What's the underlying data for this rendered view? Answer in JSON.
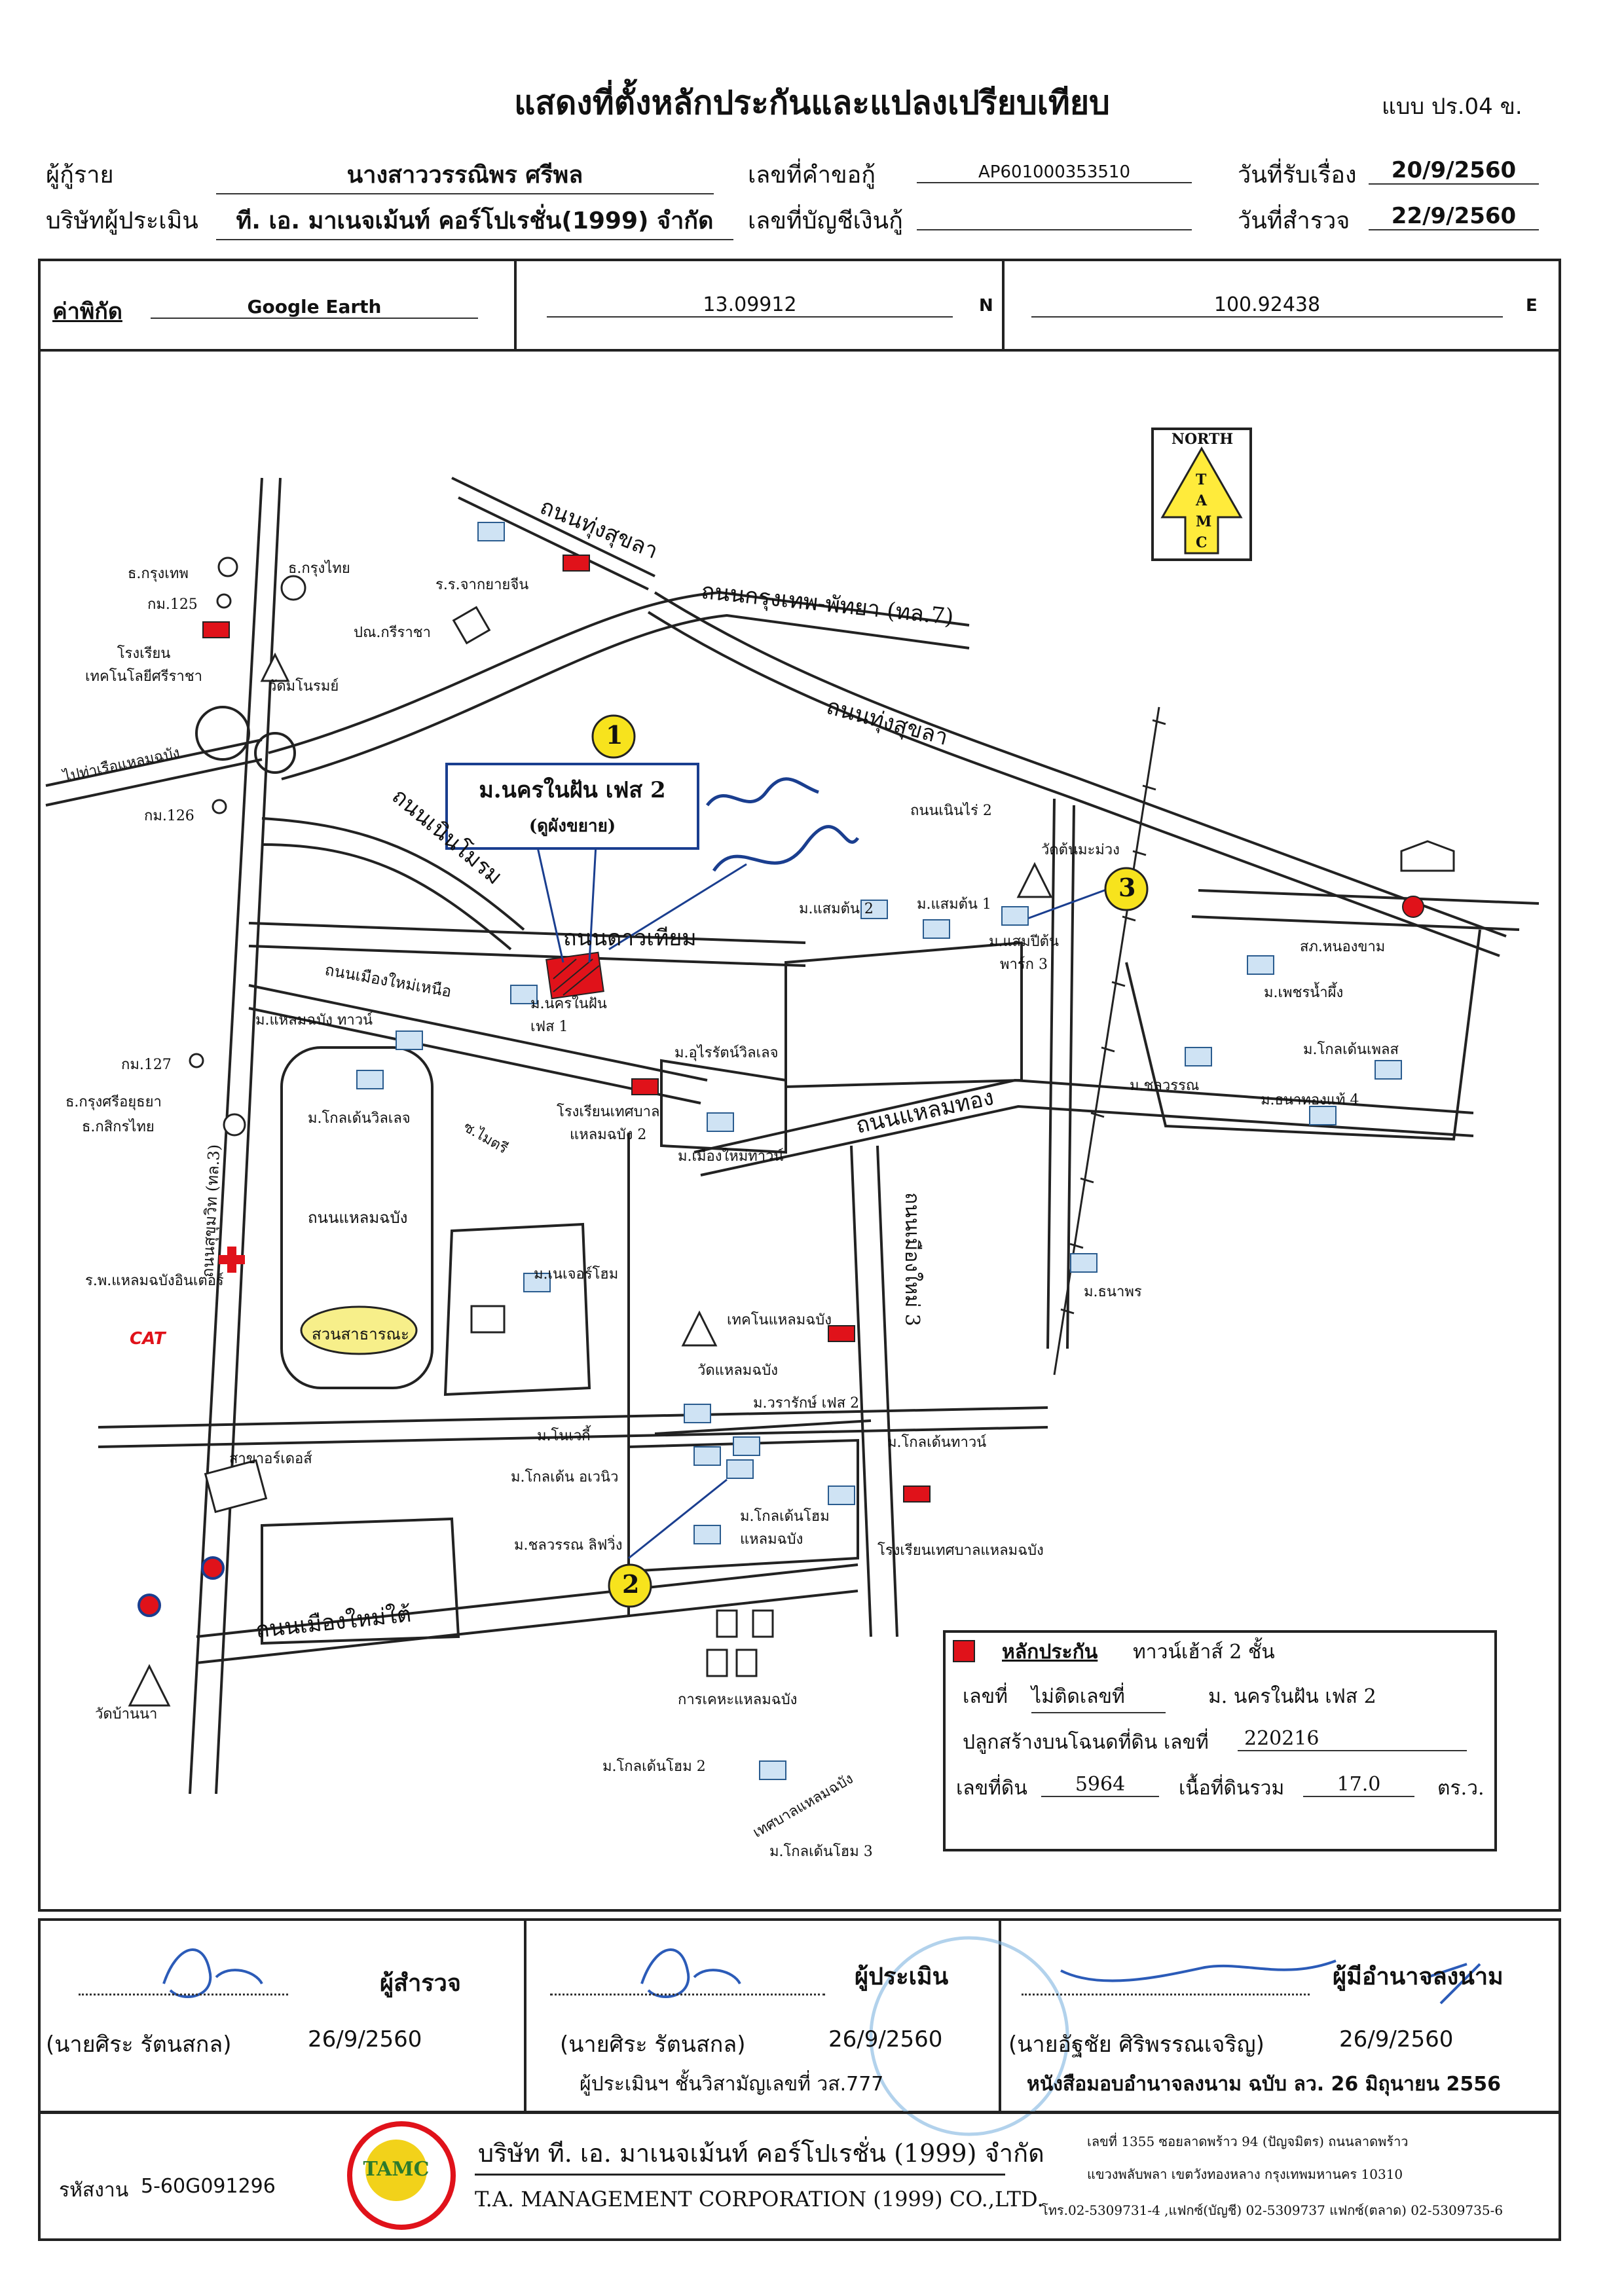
{
  "header": {
    "title": "แสดงที่ตั้งหลักประกันและแปลงเปรียบเทียบ",
    "form_code": "แบบ ปร.04 ข.",
    "borrower_label": "ผู้กู้ราย",
    "borrower_name": "นางสาววรรณิพร   ศรีพล",
    "request_no_label": "เลขที่คำขอกู้",
    "request_no": "AP601000353510",
    "received_date_label": "วันที่รับเรื่อง",
    "received_date": "20/9/2560",
    "appraiser_company_label": "บริษัทผู้ประเมิน",
    "appraiser_company": "ที. เอ. มาเนจเม้นท์ คอร์โปเรชั่น(1999) จำกัด",
    "account_no_label": "เลขที่บัญชีเงินกู้",
    "survey_date_label": "วันที่สำรวจ",
    "survey_date": "22/9/2560"
  },
  "coordinates": {
    "label": "ค่าพิกัด",
    "source": "Google Earth",
    "lat": "13.09912",
    "lat_dir": "N",
    "lon": "100.92438",
    "lon_dir": "E"
  },
  "map": {
    "north": {
      "top": "NORTH",
      "letters": [
        "T",
        "A",
        "M",
        "C"
      ]
    },
    "markers": [
      "1",
      "2",
      "3"
    ],
    "callout": {
      "title": "ม.นครในฝัน เฟส 2",
      "subtitle": "(ดูผังขยาย)"
    },
    "roads": {
      "thung_sukhla_top": "ถนนทุ่งสุขลา",
      "bangkok_pattaya": "ถนนกรุงเทพ-พัทยา (ทล.7)",
      "thung_sukhla_mid": "ถนนทุ่งสุขลา",
      "nonbrom": "ถนนเนินโมรม",
      "dao_thiam": "ถนนดาวเทียม",
      "muang_mai_nuea": "ถนนเมืองใหม่เหนือ",
      "laem_thong": "ถนนแหลมทอง",
      "laem_chabang_side": "ถนนแหลมฉบัง",
      "muang_mai_3": "ถนนเมืองใหม่ 3",
      "muang_mai_bottom": "ถนนเมืองใหม่ใต้",
      "sukhumvit": "ถนนสุขุมวิท (ทล.3)"
    },
    "labels": {
      "bangkok_bank": "ธ.กรุงเทพ",
      "km125": "กม.125",
      "krungthai_bank": "ธ.กรุงไทย",
      "school_chakphanchin": "ร.ร.จากยายจีน",
      "ptt_kritsa": "ปณ.กรีราชา",
      "school_tech": "โรงเรียน\nเทคโนโลยีศรีราชา",
      "wat": "วัดมโนรมย์",
      "to_laem_chabang": "ไปท่าเรือแหลมฉบัง",
      "km126": "กม.126",
      "m_km2": "ถนนเนินไร่ 2",
      "wat_tonma": "วัดต้นมะม่วง",
      "m_saemdin2": "ม.แสมต้น 2",
      "m_saemdin1": "ม.แสมต้น 1",
      "m_saemdin_park3": "ม.แสมปีต้น\nพาร์ก 3",
      "sor_nongkham": "สภ.หนองขาม",
      "m_phetbanphueng": "ม.เพชรน้ำผึ้ง",
      "m_goldenplace": "ม.โกลเด้นเพลส",
      "m_chonwan": "ม.ชลวรรณ",
      "m_thanathong4": "ม.ธนาทองแท้ 4",
      "m_laemchabang_town": "ม.แหลมฉบัง ทาวน์",
      "km127": "กม.127",
      "krungsri": "ธ.กรุงศรีอยุธยา",
      "kasikorn": "ธ.กสิกรไทย",
      "m_golden_village": "ม.โกลเด้นวิลเลจ",
      "m_nakhon_nai_fan": "ม.นครในฝัน\nเฟส 1",
      "m_uthai": "ม.อุไรรัตน์วิลเลจ",
      "school_laemchabang2": "โรงเรียนเทศบาล\nแหลมฉบัง 2",
      "m_muang_mai_tawan": "ม.เมืองใหม่ทาวน์",
      "soi_chaimit": "ซ.ไมตรี",
      "hospital": "ร.พ.แหลมฉบังอินเตอร์",
      "cat": "CAT",
      "public_park": "สวนสาธารณะ",
      "m_nature_home": "ม.เนเจอร์โฮม",
      "tech_college": "เทคโนแหลมฉบัง",
      "wat_laemchabang": "วัดแหลมฉบัง",
      "m_wararitp2": "ม.วรารักษ์ เฟส 2",
      "m_novaki": "ม.โนเวกี้",
      "m_golden_avenue": "ม.โกลเด้น อเวนิว",
      "m_golden_town": "ม.โกลเด้นทาวน์",
      "m_golden_home": "ม.โกลเด้นโฮม\nแหลมฉบัง",
      "m_chonwan_living": "ม.ชลวรรณ ลิฟวิ่ง",
      "m_thanaphon": "ม.ธนาพร",
      "school_municipal": "โรงเรียนเทศบาลแหลมฉบัง",
      "ptt_station": "สาขาอร์เดอส์",
      "wat_ban_na": "วัดบ้านนา",
      "port_authority": "การเคหะแหลมฉบัง",
      "m_golden_home2": "ม.โกลเด้นโฮม 2",
      "m_golden_home3": "ม.โกลเด้นโฮม 3",
      "laemchabang_municipal": "เทศบาลแหลมฉบัง"
    },
    "legend": {
      "title": "หลักประกัน",
      "type": "ทาวน์เฮ้าส์ 2 ชั้น",
      "house_no_label": "เลขที่",
      "house_no": "ไม่ติดเลขที่",
      "project": "ม. นครในฝัน เฟส 2",
      "deed_label": "ปลูกสร้างบนโฉนดที่ดิน เลขที่",
      "deed_no": "220216",
      "land_no_label": "เลขที่ดิน",
      "land_no": "5964",
      "area_label": "เนื้อที่ดินรวม",
      "area": "17.0",
      "area_unit": "ตร.ว.",
      "color": "#e0121a"
    }
  },
  "signatures": [
    {
      "role": "ผู้สำรวจ",
      "name": "(นายศิระ  รัตนสกล)",
      "date": "26/9/2560",
      "note": ""
    },
    {
      "role": "ผู้ประเมิน",
      "name": "(นายศิระ  รัตนสกล)",
      "date": "26/9/2560",
      "note": "ผู้ประเมินฯ ชั้นวิสามัญเลขที่ วส.777"
    },
    {
      "role": "ผู้มีอำนาจลงนาม",
      "name": "(นายอัฐชัย   ศิริพรรณเจริญ)",
      "date": "26/9/2560",
      "note": "หนังสือมอบอำนาจลงนาม ฉบับ ลว. 26 มิถุนายน 2556"
    }
  ],
  "footer": {
    "code_label": "รหัสงาน",
    "code": "5-60G091296",
    "company_th": "บริษัท  ที. เอ. มาเนจเม้นท์ คอร์โปเรชั่น (1999) จำกัด",
    "company_en": "T.A. MANAGEMENT CORPORATION (1999) CO.,LTD.",
    "logo_text": "TAMC",
    "address1": "เลขที่ 1355 ซอยลาดพร้าว 94 (ปัญจมิตร) ถนนลาดพร้าว",
    "address2": "แขวงพลับพลา เขตวังทองหลาง กรุงเทพมหานคร 10310",
    "phone": "โทร.02-5309731-4 ,แฟกซ์(บัญชี) 02-5309737 แฟกซ์(ตลาด) 02-5309735-6"
  }
}
